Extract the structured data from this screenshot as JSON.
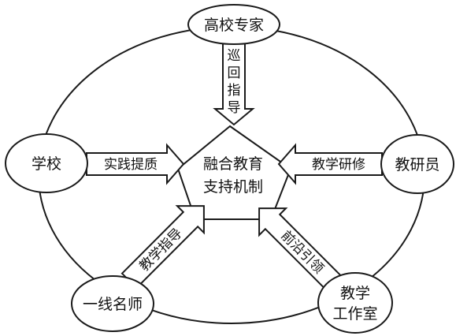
{
  "center": {
    "line1": "融合教育",
    "line2": "支持机制"
  },
  "nodes": {
    "top": "高校专家",
    "left": "学校",
    "right": "教研员",
    "bottom_left": "一线名师",
    "bottom_right_line1": "教学",
    "bottom_right_line2": "工作室"
  },
  "arrows": {
    "top": [
      "巡",
      "回",
      "指",
      "导"
    ],
    "left": "实践提质",
    "right": "教学研修",
    "bottom_left": "教学指导",
    "bottom_right": "前沿引领"
  }
}
